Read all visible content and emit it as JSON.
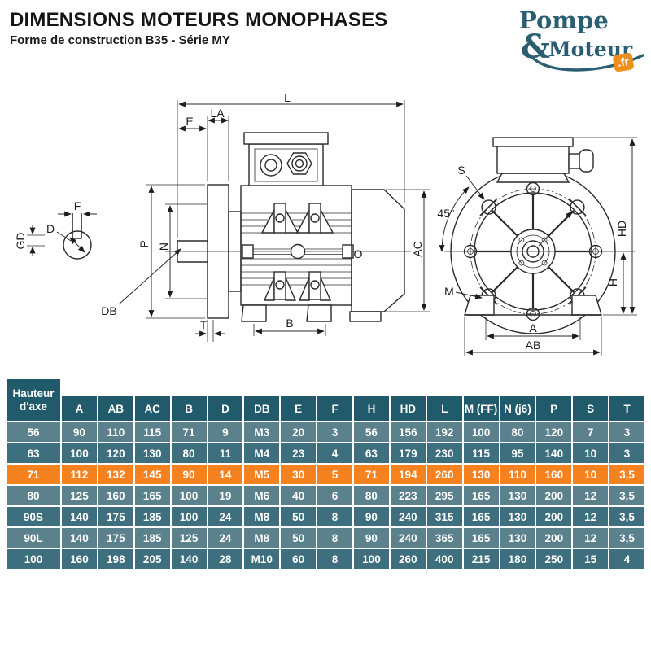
{
  "header": {
    "title": "DIMENSIONS MOTEURS MONOPHASES",
    "subtitle": "Forme de construction B35 - Série MY"
  },
  "logo": {
    "word1": "Pompe",
    "amp": "&",
    "word2": "Moteur",
    "tld": ".fr"
  },
  "drawing": {
    "labels": {
      "F": "F",
      "D": "D",
      "GD": "GD",
      "DB": "DB",
      "L": "L",
      "E": "E",
      "LA": "LA",
      "P": "P",
      "N": "N",
      "AC": "AC",
      "O": "O",
      "T": "T",
      "B": "B",
      "S": "S",
      "angle": "45°",
      "M": "M",
      "HD": "HD",
      "H": "H",
      "A": "A",
      "AB": "AB"
    }
  },
  "table": {
    "corner_header": "Hauteur d'axe",
    "columns": [
      "A",
      "AB",
      "AC",
      "B",
      "D",
      "DB",
      "E",
      "F",
      "H",
      "HD",
      "L",
      "M (FF)",
      "N (j6)",
      "P",
      "S",
      "T"
    ],
    "rows": [
      {
        "axis": "56",
        "shade": "light",
        "highlight": false,
        "values": [
          "90",
          "110",
          "115",
          "71",
          "9",
          "M3",
          "20",
          "3",
          "56",
          "156",
          "192",
          "100",
          "80",
          "120",
          "7",
          "3"
        ]
      },
      {
        "axis": "63",
        "shade": "dark",
        "highlight": false,
        "values": [
          "100",
          "120",
          "130",
          "80",
          "11",
          "M4",
          "23",
          "4",
          "63",
          "179",
          "230",
          "115",
          "95",
          "140",
          "10",
          "3"
        ]
      },
      {
        "axis": "71",
        "shade": "light",
        "highlight": true,
        "values": [
          "112",
          "132",
          "145",
          "90",
          "14",
          "M5",
          "30",
          "5",
          "71",
          "194",
          "260",
          "130",
          "110",
          "160",
          "10",
          "3,5"
        ]
      },
      {
        "axis": "80",
        "shade": "light",
        "highlight": false,
        "values": [
          "125",
          "160",
          "165",
          "100",
          "19",
          "M6",
          "40",
          "6",
          "80",
          "223",
          "295",
          "165",
          "130",
          "200",
          "12",
          "3,5"
        ]
      },
      {
        "axis": "90S",
        "shade": "dark",
        "highlight": false,
        "values": [
          "140",
          "175",
          "185",
          "100",
          "24",
          "M8",
          "50",
          "8",
          "90",
          "240",
          "315",
          "165",
          "130",
          "200",
          "12",
          "3,5"
        ]
      },
      {
        "axis": "90L",
        "shade": "light",
        "highlight": false,
        "values": [
          "140",
          "175",
          "185",
          "125",
          "24",
          "M8",
          "50",
          "8",
          "90",
          "240",
          "365",
          "165",
          "130",
          "200",
          "12",
          "3,5"
        ]
      },
      {
        "axis": "100",
        "shade": "dark",
        "highlight": false,
        "values": [
          "160",
          "198",
          "205",
          "140",
          "28",
          "M10",
          "60",
          "8",
          "100",
          "260",
          "400",
          "215",
          "180",
          "250",
          "15",
          "4"
        ]
      }
    ],
    "colors": {
      "header": "#205A6B",
      "row_light": "#5B818D",
      "row_dark": "#3D6F7E",
      "highlight": "#F5821F"
    }
  },
  "colors": {
    "logo_teal": "#2A5E73",
    "logo_orange": "#EE8E1C",
    "line": "#1c1c1c"
  }
}
